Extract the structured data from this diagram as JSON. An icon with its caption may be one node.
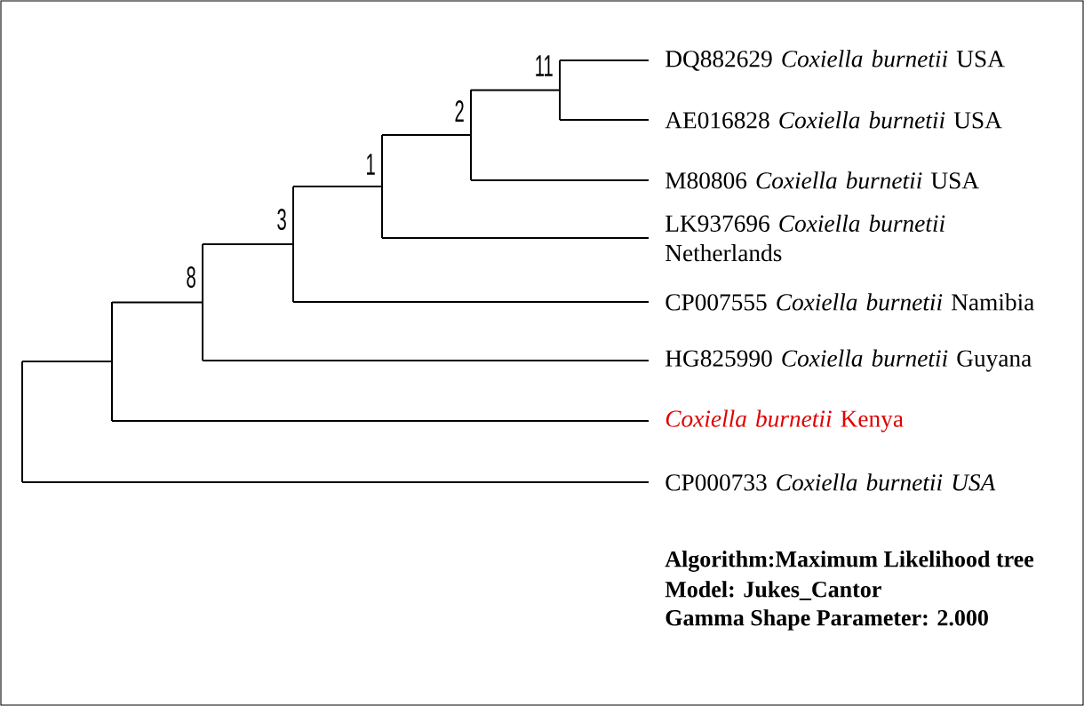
{
  "diagram": {
    "nodes": [
      {
        "text": [
          "DQ882629 *Coxiella burnetii* USA"
        ]
      },
      {
        "text": [
          "AE016828 *Coxiella burnetii* USA"
        ]
      },
      {
        "text": [
          "M80806 *Coxiella burnetii* USA"
        ]
      },
      {
        "text": [
          "LK937696 *Coxiella burnetii* Netherlands"
        ]
      },
      {
        "text": [
          "CP007555 *Coxiella burnetii* Namibia"
        ]
      },
      {
        "text": [
          "HG825990 *Coxiella burnetii* Guyana"
        ]
      },
      {
        "text": [
          "*Coxiella burnetii* Kenya"
        ]
      },
      {
        "text": [
          "CP000733 *Coxiella burnetii USA*"
        ]
      },
      {
        "text": [],
        "shape": "bar"
      },
      {
        "text": [],
        "shape": "bar"
      },
      {
        "text": [],
        "shape": "bar",
        "beside": [
          "8"
        ]
      },
      {
        "text": [],
        "shape": "bar",
        "beside": [
          "3"
        ]
      },
      {
        "text": [],
        "shape": "bar",
        "beside": [
          "1"
        ]
      },
      {
        "text": [],
        "shape": "bar",
        "beside": [
          "2"
        ]
      },
      {
        "text": [],
        "shape": "bar",
        "beside": [
          "11"
        ]
      }
    ],
    "edges": [
      {
        "from": 8,
        "to": 9,
        "arrow": "none"
      },
      {
        "from": 8,
        "to": 7,
        "arrow": "none"
      },
      {
        "from": 9,
        "to": 10,
        "arrow": "none"
      },
      {
        "from": 9,
        "to": 6,
        "arrow": "none"
      },
      {
        "from": 10,
        "to": 11,
        "arrow": "none"
      },
      {
        "from": 10,
        "to": 5,
        "arrow": "none"
      },
      {
        "from": 11,
        "to": 12,
        "arrow": "none"
      },
      {
        "from": 11,
        "to": 4,
        "arrow": "none"
      },
      {
        "from": 12,
        "to": 13,
        "arrow": "none"
      },
      {
        "from": 12,
        "to": 3,
        "arrow": "none"
      },
      {
        "from": 13,
        "to": 14,
        "arrow": "none"
      },
      {
        "from": 13,
        "to": 2,
        "arrow": "none"
      },
      {
        "from": 14,
        "to": 0,
        "arrow": "none"
      },
      {
        "from": 14,
        "to": 1,
        "arrow": "none"
      }
    ],
    "labels": [
      "Algorithm:Maximum Likelihood tree",
      "Model: Jukes_Cantor",
      "Gamma Shape Parameter: 2.000"
    ]
  }
}
